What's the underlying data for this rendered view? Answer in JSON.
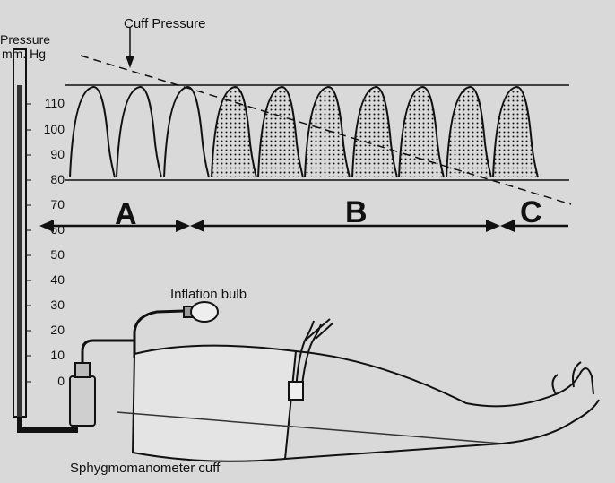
{
  "axis": {
    "title_line1": "Pressure",
    "title_line2": "mm. Hg",
    "ticks": [
      "110",
      "100",
      "90",
      "80",
      "70",
      "60",
      "50",
      "40",
      "30",
      "20",
      "10",
      "0"
    ]
  },
  "labels": {
    "cuff_pressure": "Cuff Pressure",
    "region_a": "A",
    "region_b": "B",
    "region_c": "C",
    "inflation_bulb": "Inflation bulb",
    "cuff": "Sphygmomanometer cuff"
  },
  "colors": {
    "ink": "#111111",
    "background": "#d9d9d9"
  }
}
